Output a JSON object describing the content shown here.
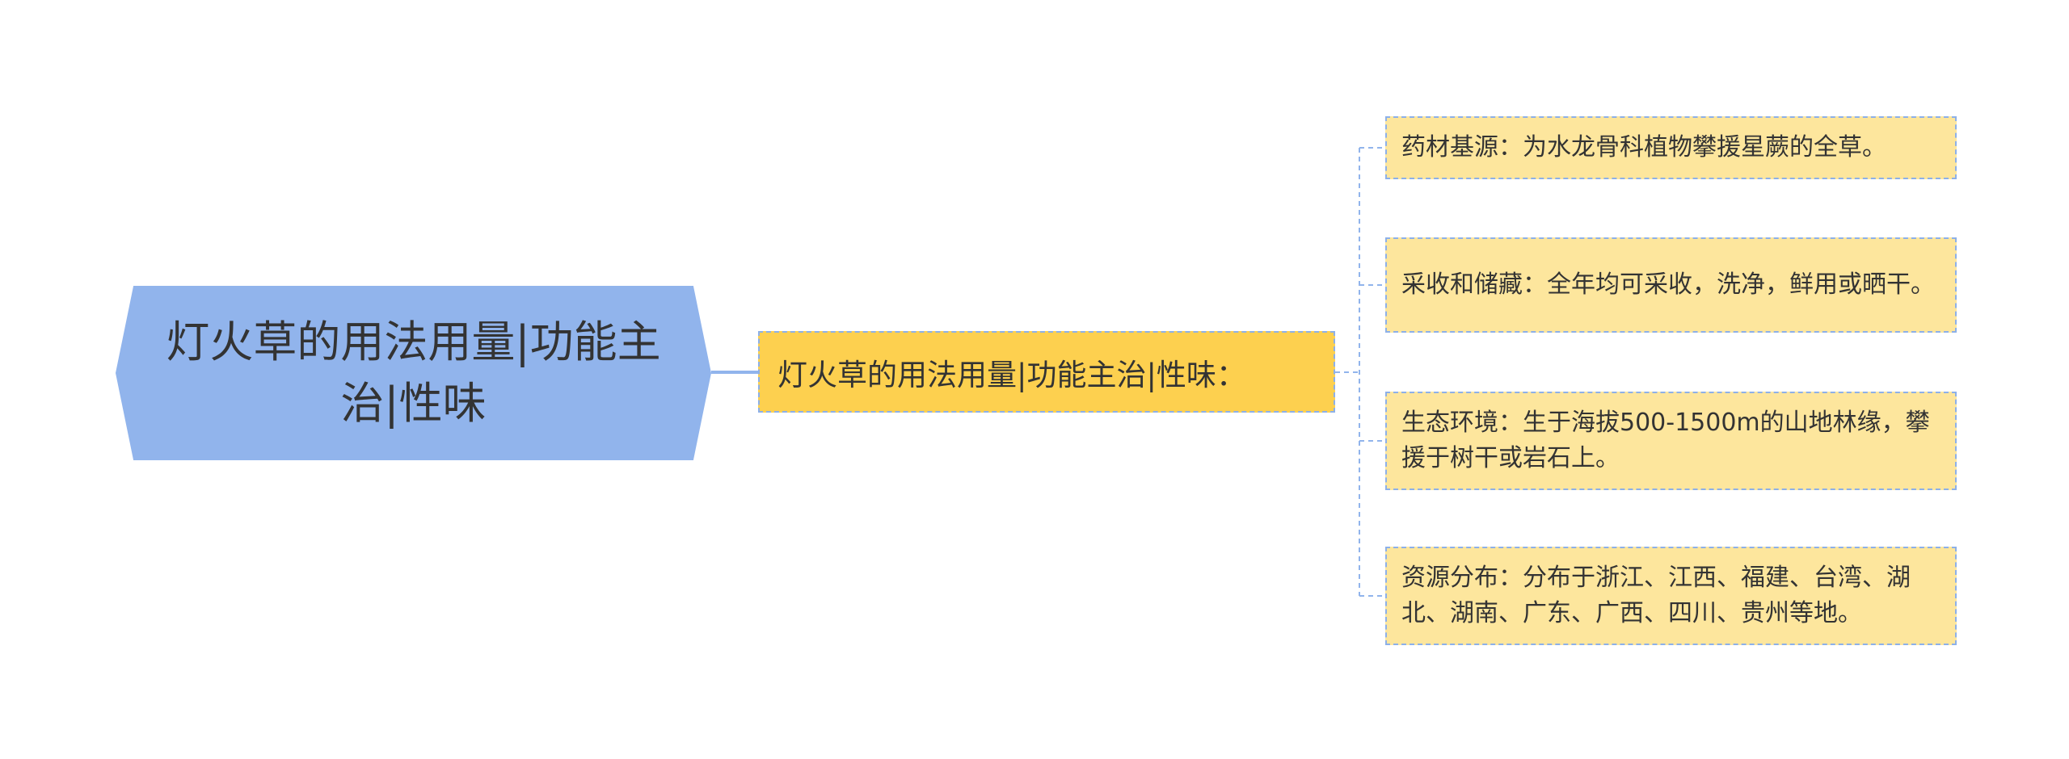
{
  "mindmap": {
    "root": {
      "text": "灯火草的用法用量|功能主治|性味"
    },
    "branch": {
      "text": "灯火草的用法用量|功能主治|性味："
    },
    "leaves": [
      "药材基源：为水龙骨科植物攀援星蕨的全草。",
      "采收和储藏：全年均可采收，洗净，鲜用或晒干。",
      "生态环境：生于海拔500-1500m的山地林缘，攀援于树干或岩石上。",
      "资源分布：分布于浙江、江西、福建、台湾、湖北、湖南、广东、广西、四川、贵州等地。"
    ],
    "colors": {
      "root_fill": "#91b4ec",
      "branch_fill": "#fdd04f",
      "leaf_fill": "#fde69d",
      "border_dash": "#8db0e8",
      "connector": "#91b4ec",
      "text": "#333333"
    }
  }
}
